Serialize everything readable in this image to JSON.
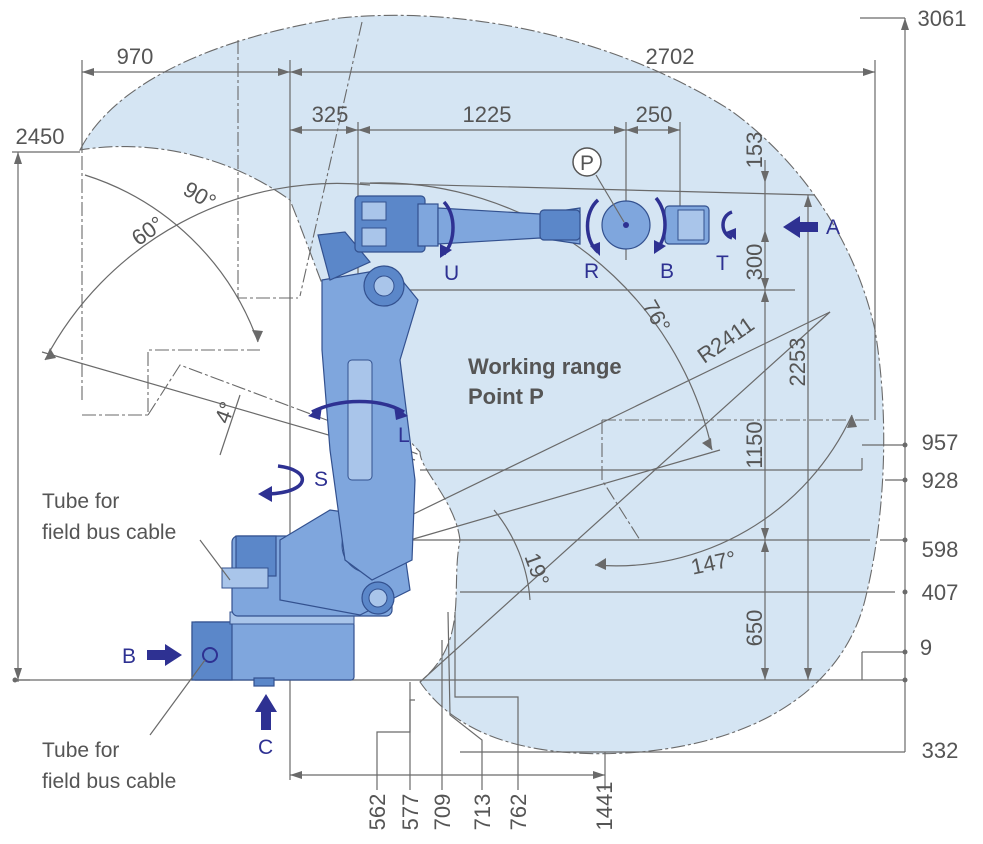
{
  "title": {
    "line1": "Working range",
    "line2": "Point P"
  },
  "point_marker": "P",
  "dimensions": {
    "top_right": "3061",
    "base_offset": "970",
    "reach_width": "2702",
    "arm_offset": "325",
    "upper_arm": "1225",
    "wrist_offset": "250",
    "top_height": "2450",
    "arm_rise": "153",
    "arm_height": "300",
    "radius": "R2411",
    "total_height": "2253",
    "lower_arm": "1150",
    "base_height": "650",
    "r957": "957",
    "r928": "928",
    "r598": "598",
    "r407": "407",
    "r9": "9",
    "r332": "332",
    "b562": "562",
    "b577": "577",
    "b709": "709",
    "b713": "713",
    "b762": "762",
    "b1441": "1441"
  },
  "angles": {
    "a90": "90°",
    "a60": "60°",
    "a76": "76°",
    "a4": "4°",
    "a19": "19°",
    "a147": "147°"
  },
  "axes": {
    "S": "S",
    "L": "L",
    "U": "U",
    "R": "R",
    "B": "B",
    "T": "T"
  },
  "views": {
    "A": "A",
    "B": "B",
    "C": "C"
  },
  "notes": {
    "tube_top_1": "Tube for",
    "tube_top_2": "field bus cable",
    "tube_bottom_1": "Tube for",
    "tube_bottom_2": "field bus cable"
  },
  "colors": {
    "range_fill": "#d5e5f3",
    "robot_blue": "#7fa6dd",
    "axis_blue": "#2e3192",
    "dim_gray": "#555555"
  }
}
